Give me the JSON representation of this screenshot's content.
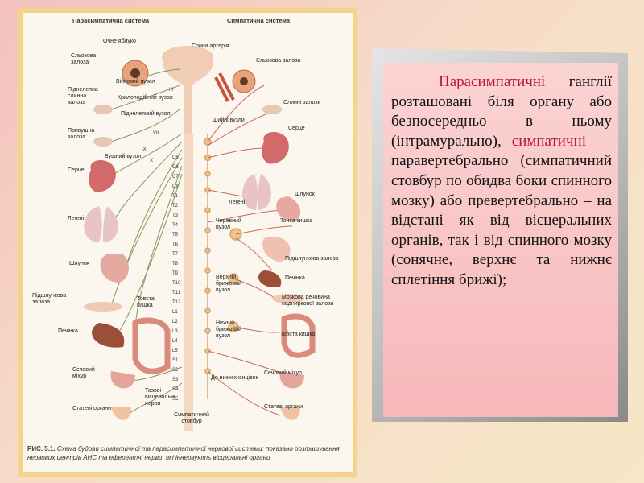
{
  "figure": {
    "header_left": "Парасимпатична система",
    "header_right": "Симпатична система",
    "labels_left": [
      "Очне яблуко",
      "Сльозова залоза",
      "Війковий вузол",
      "Крилоподібний вузол",
      "Піднелепна слинна залоза",
      "Піднелепний вузол",
      "Привушна залоза",
      "Вушний вузол",
      "Серце",
      "Легені",
      "Шлунок",
      "Підшлункова залоза",
      "Товста кишка",
      "Печінка",
      "Сечовий міхур",
      "Статеві органи",
      "Тазові вісцеральні нерви"
    ],
    "labels_right": [
      "Сонна артерія",
      "Сльозова залоза",
      "Слинні залози",
      "Шийні вузли",
      "Серце",
      "Легені",
      "Шлунок",
      "Черевний вузол",
      "Тонка кишка",
      "Печінка",
      "Підшлункова залоза",
      "Верхній брижовий вузол",
      "Мозкова речовина надниркової залози",
      "Нижній брижовий вузол",
      "Товста кишка",
      "Сечовий міхур",
      "До нижніх кінцівок",
      "Статеві органи",
      "Симпатичний стовбур"
    ],
    "cranial": [
      "III",
      "VII",
      "IX",
      "X"
    ],
    "segments": [
      "C5",
      "C6",
      "C7",
      "C8",
      "T1",
      "T2",
      "T3",
      "T4",
      "T5",
      "T6",
      "T7",
      "T8",
      "T9",
      "T10",
      "T11",
      "T12",
      "L1",
      "L2",
      "L3",
      "L4",
      "L5",
      "S1",
      "S2",
      "S3",
      "S4",
      "S5"
    ],
    "caption_tag": "РИС. 5.1.",
    "caption": "Схема будови симпатичної та парасимпатичної нервової системи: показано розташування нервових центрів АНС та еферентні нерви, які іннервують вісцеральні органи"
  },
  "text": {
    "p1": "Парасимпатичні",
    "p2": " ганглії розташовані біля органу або безпосередньо в ньому (інтрамурально), ",
    "p3": "симпатичні",
    "p4": " — паравертебрально (симпатичний стовбур по обидва боки спинного мозку) або превертебрально – на відстані як від вісцеральних органів, так і від спинного мозку (сонячне, верхнє та нижнє сплетіння брижі);"
  },
  "colors": {
    "accent": "#c0143c",
    "card": "#f7b8ba",
    "frame": "#f3d48a"
  }
}
